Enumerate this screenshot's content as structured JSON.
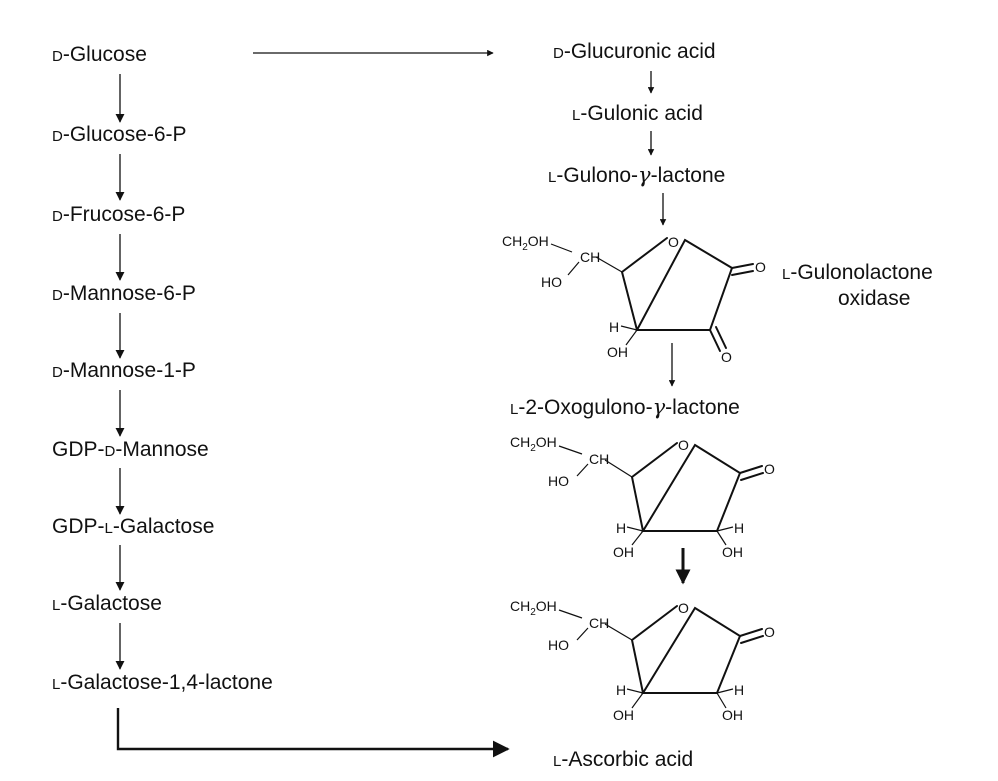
{
  "left_pathway": [
    {
      "prefix": "D",
      "rest": "-Glucose"
    },
    {
      "prefix": "D",
      "rest": "-Glucose-6-P"
    },
    {
      "prefix": "D",
      "rest": "-Frucose-6-P"
    },
    {
      "prefix": "D",
      "rest": "-Mannose-6-P"
    },
    {
      "prefix": "D",
      "rest": "-Mannose-1-P"
    },
    {
      "pre": "GDP-",
      "prefix": "D",
      "rest": "-Mannose"
    },
    {
      "pre": "GDP-",
      "prefix": "L",
      "rest": "-Galactose"
    },
    {
      "prefix": "L",
      "rest": "-Galactose"
    },
    {
      "prefix": "L",
      "rest": "-Galactose-1,4-lactone"
    }
  ],
  "right_pathway": {
    "glucuronic": {
      "prefix": "D",
      "rest": "-Glucuronic acid"
    },
    "gulonic": {
      "prefix": "L",
      "rest": "-Gulonic acid"
    },
    "gulono_lactone": {
      "prefix": "L",
      "rest": "-Gulono-",
      "greek": "γ",
      "suffix": "-lactone"
    },
    "oxidase": {
      "prefix": "L",
      "rest": "-Gulonolactone",
      "line2": "oxidase"
    },
    "oxogulono": {
      "prefix": "L",
      "rest": "-2-Oxogulono-",
      "greek": "γ",
      "suffix": "-lactone"
    },
    "ascorbic": {
      "prefix": "L",
      "rest": "-Ascorbic acid"
    }
  },
  "atoms": {
    "ring_o": "O",
    "carbonyl_o": "O",
    "ch2oh_main": "CH",
    "ch2oh_sub": "2",
    "ch2oh_tail": "OH",
    "ch": "CH",
    "ho": "HO",
    "h": "H",
    "oh": "OH"
  }
}
